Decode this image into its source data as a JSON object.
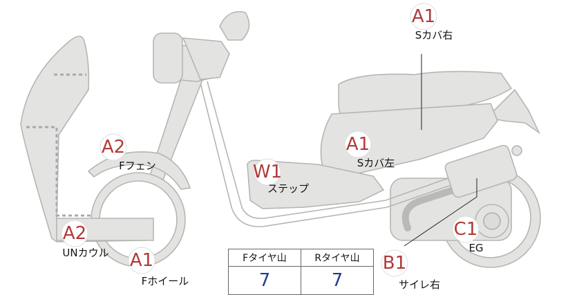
{
  "parts": [
    {
      "id": "s-cover-right",
      "code": "A1",
      "label": "Sカバ右"
    },
    {
      "id": "s-cover-left",
      "code": "A1",
      "label": "Sカバ左"
    },
    {
      "id": "f-fender",
      "code": "A2",
      "label": "Fフェン"
    },
    {
      "id": "step",
      "code": "W1",
      "label": "ステップ"
    },
    {
      "id": "un-cowl",
      "code": "A2",
      "label": "UNカウル"
    },
    {
      "id": "f-wheel",
      "code": "A1",
      "label": "Fホイール"
    },
    {
      "id": "eg",
      "code": "C1",
      "label": "EG"
    },
    {
      "id": "muffler-right",
      "code": "B1",
      "label": "サイレ右"
    }
  ],
  "tire_table": {
    "headers": [
      "Fタイヤ山",
      "Rタイヤ山"
    ],
    "values": [
      "7",
      "7"
    ]
  },
  "colors": {
    "body": "#e3e3e1",
    "outline": "#b5b5b2",
    "code": "#b03a3a",
    "tire_value": "#1f3f8f"
  }
}
